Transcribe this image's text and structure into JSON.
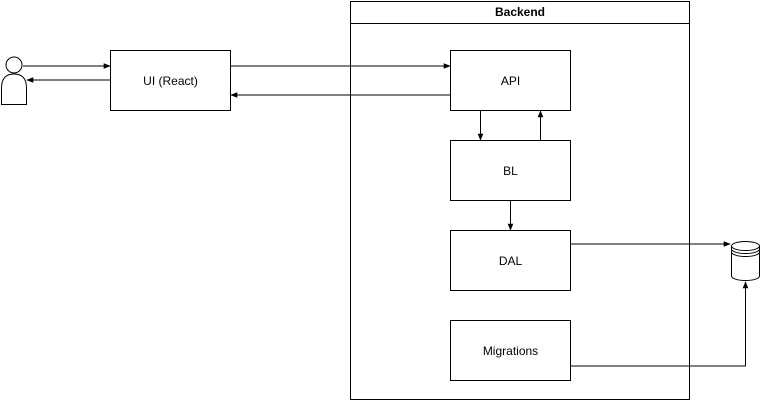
{
  "diagram": {
    "container": {
      "title": "Backend"
    },
    "nodes": {
      "ui": "UI (React)",
      "api": "API",
      "bl": "BL",
      "dal": "DAL",
      "migrations": "Migrations"
    },
    "icons": {
      "user": "user-icon",
      "database": "database-icon"
    },
    "edges": [
      {
        "from": "user",
        "to": "ui"
      },
      {
        "from": "ui",
        "to": "user"
      },
      {
        "from": "ui",
        "to": "api"
      },
      {
        "from": "api",
        "to": "ui"
      },
      {
        "from": "api",
        "to": "bl"
      },
      {
        "from": "bl",
        "to": "api"
      },
      {
        "from": "bl",
        "to": "dal"
      },
      {
        "from": "dal",
        "to": "database"
      },
      {
        "from": "migrations",
        "to": "database"
      }
    ]
  }
}
